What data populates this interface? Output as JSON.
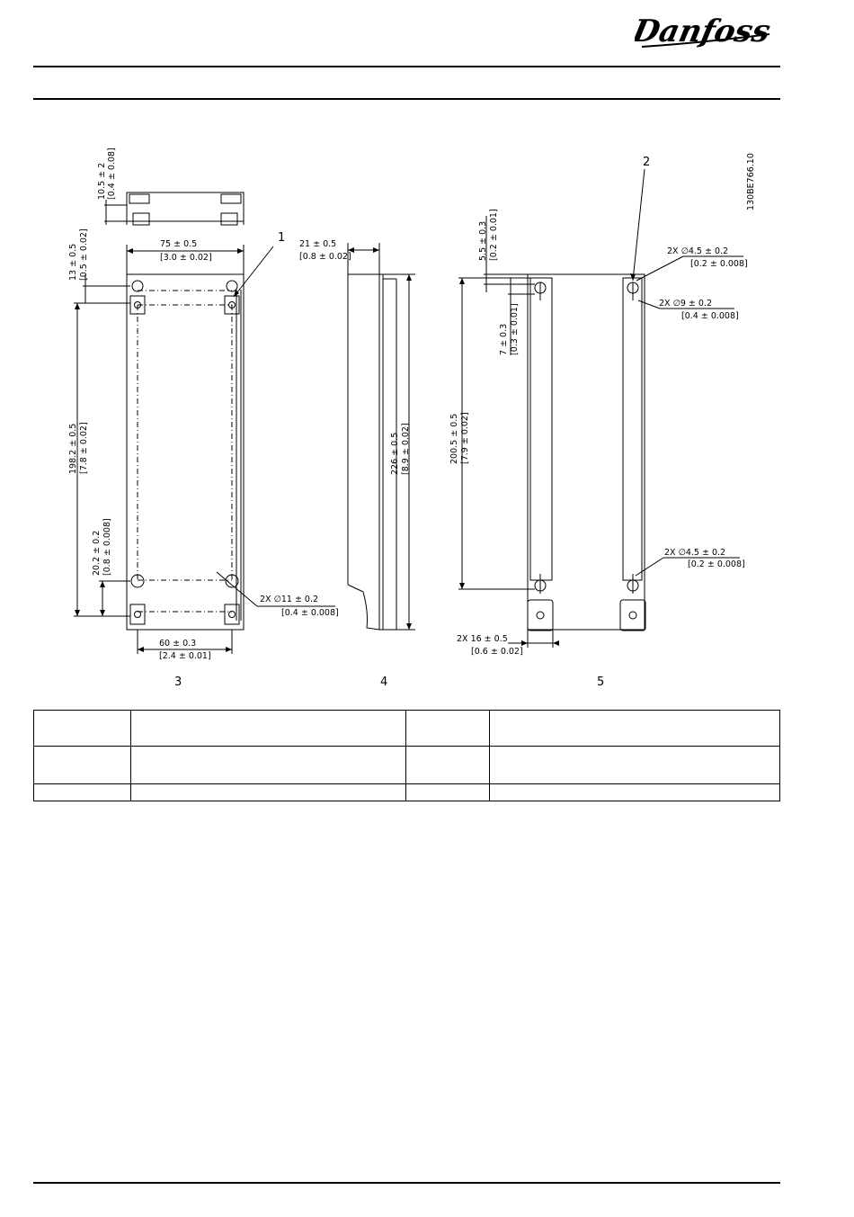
{
  "header": {
    "logo_text": "Danfoss"
  },
  "drawing": {
    "drawing_id": "130BE766.10",
    "callouts": {
      "c1": "1",
      "c2": "2"
    },
    "views": {
      "v3": "3",
      "v4": "4",
      "v5": "5"
    },
    "view3": {
      "d_top_h_mm": "10.5 ± 2",
      "d_top_h_in": "[0.4 ± 0.08]",
      "d_width_mm": "75 ± 0.5",
      "d_width_in": "[3.0 ± 0.02]",
      "d_top_off_mm": "13 ± 0.5",
      "d_top_off_in": "[0.5 ± 0.02]",
      "d_height_mm": "198.2 ± 0.5",
      "d_height_in": "[7.8 ± 0.02]",
      "d_bottom_mm": "20.2 ± 0.2",
      "d_bottom_in": "[0.8 ± 0.008]",
      "d_hole_mm": "2X ∅11 ± 0.2",
      "d_hole_in": "[0.4 ± 0.008]",
      "d_pitch_mm": "60 ± 0.3",
      "d_pitch_in": "[2.4 ± 0.01]"
    },
    "view4": {
      "d_depth_mm": "21 ± 0.5",
      "d_depth_in": "[0.8 ± 0.02]",
      "d_total_mm": "226 ± 0.5",
      "d_total_in": "[8.9 ± 0.02]"
    },
    "view5": {
      "d_top_mm": "5.5 ± 0.3",
      "d_top_in": "[0.2 ± 0.01]",
      "d_slot1_mm": "2X ∅4.5 ± 0.2",
      "d_slot1_in": "[0.2 ± 0.008]",
      "d_hole9_mm": "2X ∅9 ± 0.2",
      "d_hole9_in": "[0.4 ± 0.008]",
      "d_seven_mm": "7 ± 0.3",
      "d_seven_in": "[0.3 ± 0.01]",
      "d_height_mm": "200.5 ± 0.5",
      "d_height_in": "[7.9 ± 0.02]",
      "d_slot2_mm": "2X ∅4.5 ± 0.2",
      "d_slot2_in": "[0.2 ± 0.008]",
      "d_width_mm": "2X 16 ± 0.5",
      "d_width_in": "[0.6 ± 0.02]"
    }
  },
  "table": {
    "rows": [
      [
        "",
        "",
        "",
        ""
      ],
      [
        "",
        "",
        "",
        ""
      ],
      [
        "",
        "",
        "",
        ""
      ]
    ]
  }
}
